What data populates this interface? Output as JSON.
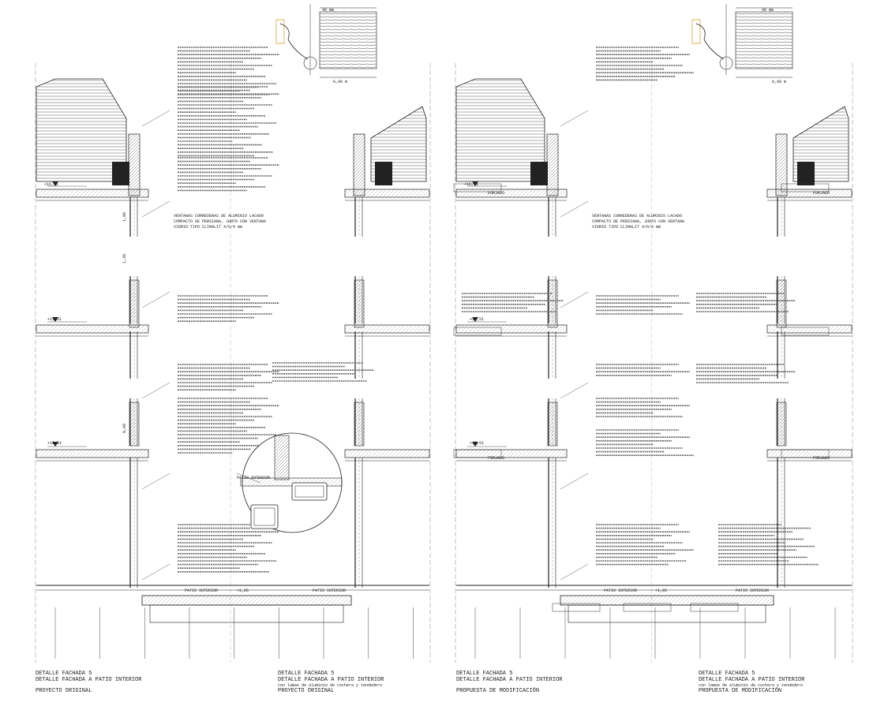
{
  "sheets": [
    {
      "title": "DETALLE FACHADA 5",
      "subtitle": "DETALLE FACHADA A PATIO INTERIOR",
      "note": "",
      "phase": "PROYECTO ORIGINAL"
    },
    {
      "title": "DETALLE FACHADA 5",
      "subtitle": "DETALLE FACHADA A PATIO INTERIOR",
      "note": "con lamas de aluminio de cochera y tendedero",
      "phase": "PROYECTO ORIGINAL"
    },
    {
      "title": "DETALLE FACHADA 5",
      "subtitle": "DETALLE FACHADA A PATIO INTERIOR",
      "note": "",
      "phase": "PROPUESTA DE MODIFICACIÓN"
    },
    {
      "title": "DETALLE FACHADA 5",
      "subtitle": "DETALLE FACHADA A PATIO INTERIOR",
      "note": "con lamas de aluminio de cochera y tendedero",
      "phase": "PROPUESTA DE MODIFICACIÓN"
    }
  ],
  "labels": {
    "patio": "PATIO INTERIOR",
    "louver_depth": "40 mm",
    "louver_span": "0,90 m",
    "level_top": "+16,51",
    "level_mid": "+13,51",
    "level_low": "+10,51",
    "level_ground": "+1,85",
    "window_spec": "VENTANAS CORREDERAS DE ALUMINIO LACADO",
    "window_spec_2": "COMPACTO DE PERSIANA, JUNTO CON VENTANA",
    "window_spec_3": "VIDRIO TIPO CLIMALIT 4/6/4 mm",
    "slab_label": "FORJADO",
    "dim_100": "1,00",
    "dim_130": "1,30",
    "dim_090": "0,90"
  },
  "colors": {
    "line": "#222222",
    "hatch": "#555555",
    "highlight": "#e0a030"
  }
}
